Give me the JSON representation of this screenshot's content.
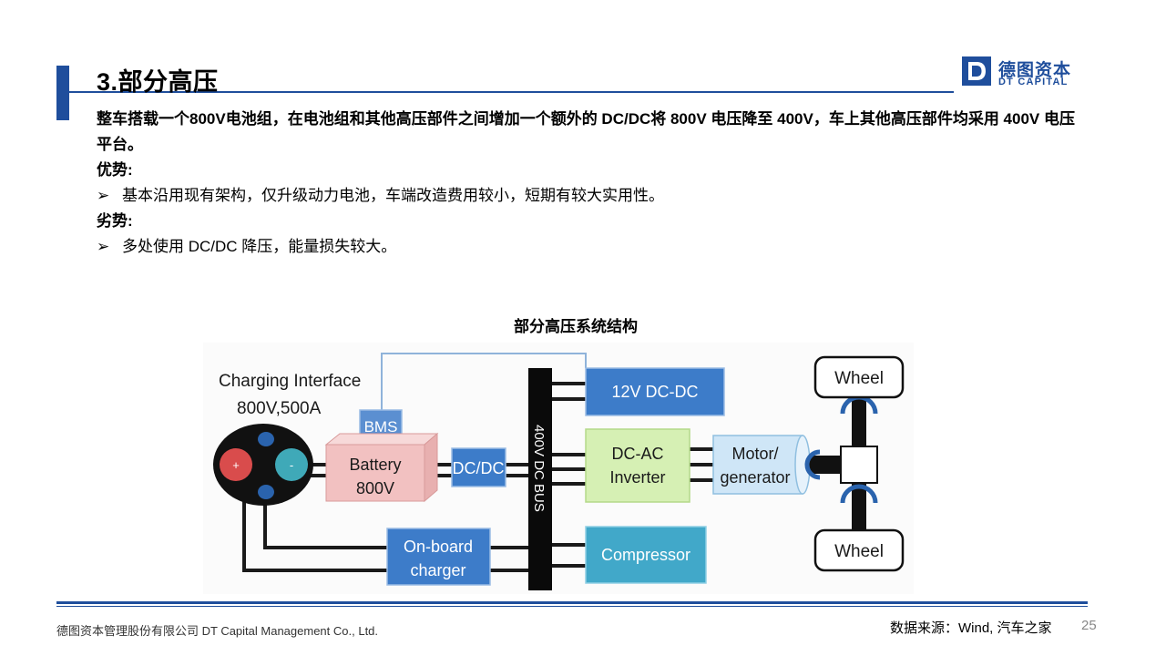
{
  "header": {
    "title": "3.部分高压",
    "logo_cn": "德图资本",
    "logo_en": "DT CAPITAL"
  },
  "content": {
    "intro": "整车搭载一个800V电池组，在电池组和其他高压部件之间增加一个额外的 DC/DC将 800V 电压降至 400V，车上其他高压部件均采用 400V 电压平台。",
    "advantage_heading": "优势:",
    "advantage_bullet": "基本沿用现有架构，仅升级动力电池，车端改造费用较小，短期有较大实用性。",
    "disadvantage_heading": "劣势:",
    "disadvantage_bullet": "多处使用 DC/DC 降压，能量损失较大。",
    "bullet_symbol": "➢"
  },
  "figure": {
    "caption": "部分高压系统结构",
    "charging_interface_line1": "Charging Interface",
    "charging_interface_line2": "800V,500A",
    "plug_plus": "+",
    "plug_minus": "-",
    "bms": "BMS",
    "battery_line1": "Battery",
    "battery_line2": "800V",
    "dcdc": "DC/DC",
    "bus": "400V DC BUS",
    "dc12": "12V DC-DC",
    "inverter_line1": "DC-AC",
    "inverter_line2": "Inverter",
    "motor_line1": "Motor/",
    "motor_line2": "generator",
    "compressor": "Compressor",
    "charger_line1": "On-board",
    "charger_line2": "charger",
    "wheel_top": "Wheel",
    "wheel_bottom": "Wheel",
    "colors": {
      "bms": "#5b8fd1",
      "battery": "#f2c1c1",
      "dcdc": "#3d7cc9",
      "dc12": "#3d7cc9",
      "inverter": "#d6f0b4",
      "motor": "#cfe6f7",
      "compressor": "#41a8c9",
      "charger": "#3d7cc9",
      "plug": "#2a63ad"
    }
  },
  "footer": {
    "company": "德图资本管理股份有限公司  DT Capital  Management  Co., Ltd.",
    "source": "数据来源：Wind, 汽车之家",
    "page": "25"
  }
}
